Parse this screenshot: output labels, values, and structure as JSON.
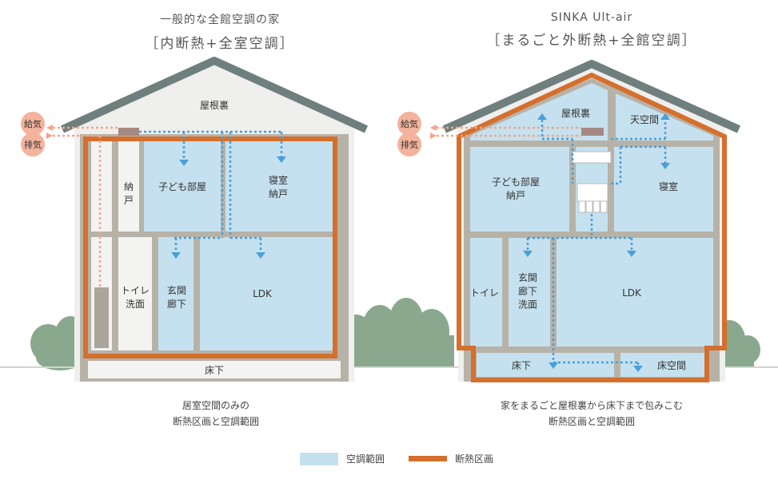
{
  "left_house": {
    "subtitle": "一般的な全館空調の家",
    "title": "［内断熱+全室空調］",
    "rooms": {
      "attic": "屋根裏",
      "closet": "納\n戸",
      "kids_room": "子ども部屋",
      "bedroom": "寝室\n納戸",
      "toilet": "トイレ\n洗面",
      "entrance": "玄関\n廊下",
      "ldk": "LDK",
      "underfloor": "床下"
    },
    "vents": {
      "supply": "給気",
      "exhaust": "排気"
    },
    "caption": "居室空間のみの\n断熱区画と空調範囲"
  },
  "right_house": {
    "subtitle": "SINKA Ult-air",
    "title": "［まるごと外断熱+全館空調］",
    "rooms": {
      "attic": "屋根裏",
      "ceiling_space": "天空間",
      "kids_room": "子ども部屋\n納戸",
      "bedroom": "寝室",
      "toilet": "トイレ",
      "entrance": "玄関\n廊下\n洗面",
      "ldk": "LDK",
      "underfloor": "床下",
      "floor_space": "床空間"
    },
    "vents": {
      "supply": "給気",
      "exhaust": "排気"
    },
    "caption": "家をまるごと屋根裏から床下まで包みこむ\n断熱区画と空調範囲"
  },
  "legend": {
    "air": "空調範囲",
    "insulation": "断熱区画"
  },
  "colors": {
    "air": "#c5e1ef",
    "insulation": "#d46f2c",
    "frame": "#b7b2a8",
    "roof": "#6f7f7d",
    "wall": "#efefed",
    "vent_circle": "#f4b39c",
    "airflow_arrow": "#4a9fd8",
    "tree": "#8aa88e"
  }
}
